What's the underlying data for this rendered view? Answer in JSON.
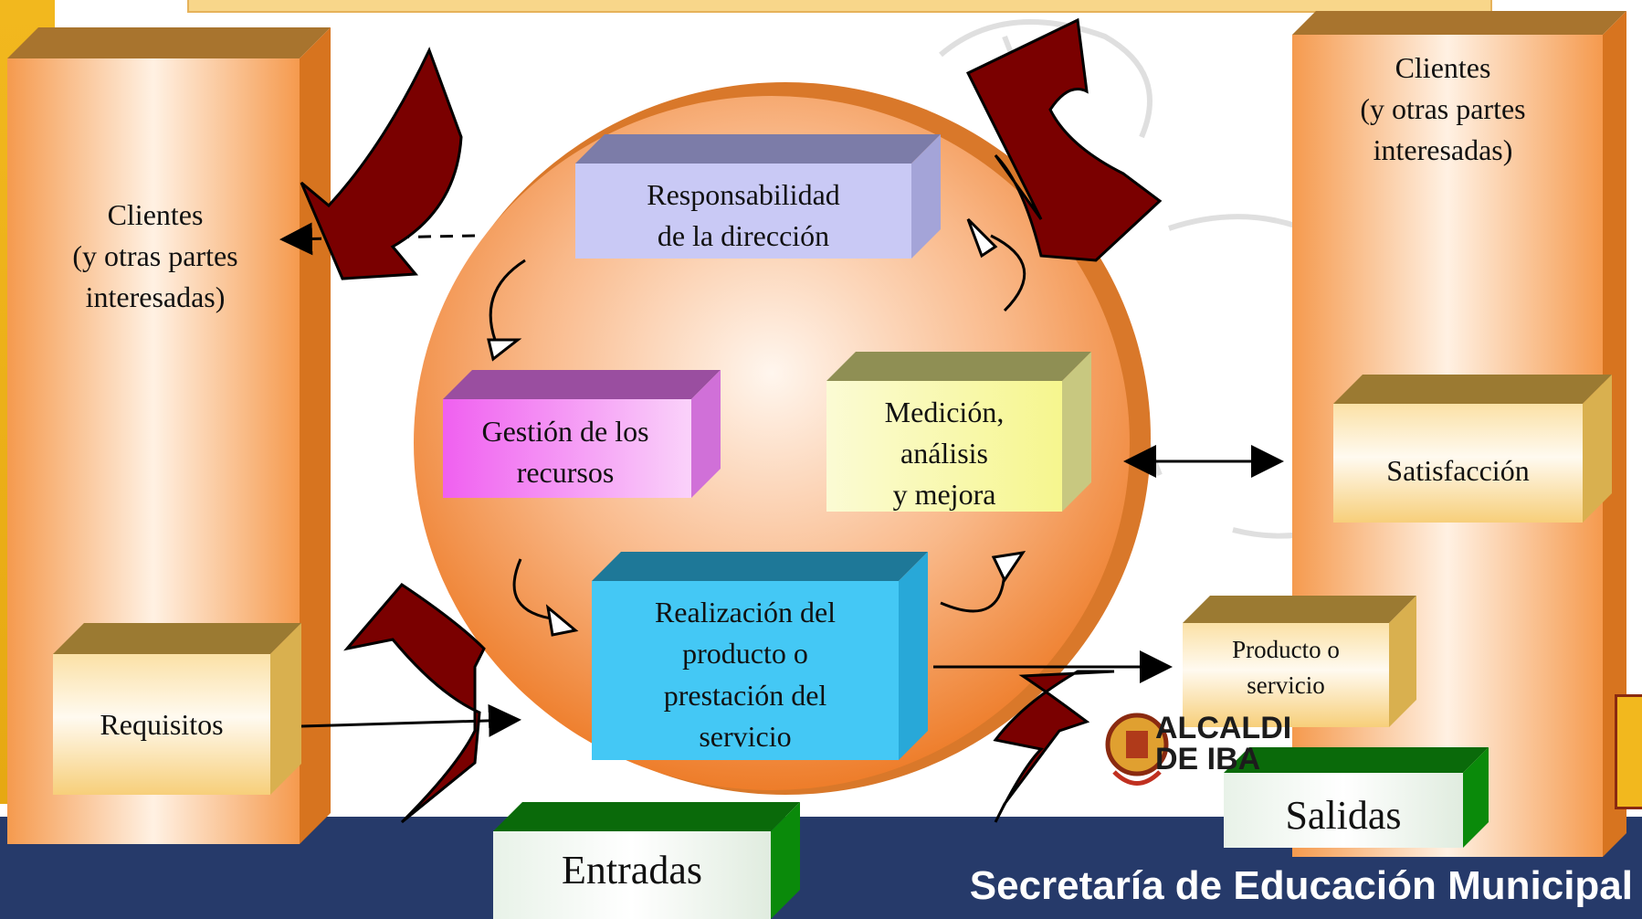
{
  "header_bar": "",
  "left_column": {
    "title_line1": "Clientes",
    "title_line2": "(y otras partes",
    "title_line3": "interesadas)",
    "box": "Requisitos"
  },
  "right_column": {
    "title_line1": "Clientes",
    "title_line2": "(y otras partes",
    "title_line3": "interesadas)",
    "box": "Satisfacción"
  },
  "cycle": {
    "management_line1": "Responsabilidad",
    "management_line2": "de la dirección",
    "resources_line1": "Gestión de los",
    "resources_line2": "recursos",
    "measurement_line1": "Medición,",
    "measurement_line2": "análisis",
    "measurement_line3": "y mejora",
    "realization_line1": "Realización del",
    "realization_line2": "producto o",
    "realization_line3": "prestación del",
    "realization_line4": "servicio"
  },
  "output_box_line1": "Producto o",
  "output_box_line2": "servicio",
  "inputs_label": "Entradas",
  "outputs_label": "Salidas",
  "logo_line1": "ALCALDI",
  "logo_line2": "DE IBA",
  "footer_title": "Secretaría de Educación Municipal",
  "colors": {
    "footer": "#263a6a",
    "column": "#f08a3c",
    "arrow": "#7a0000",
    "management": "#c9c9f5",
    "resources": "#f060f0",
    "measurement": "#f8f8a0",
    "realization": "#40c8f5",
    "green_box": "#0a7a0a"
  }
}
